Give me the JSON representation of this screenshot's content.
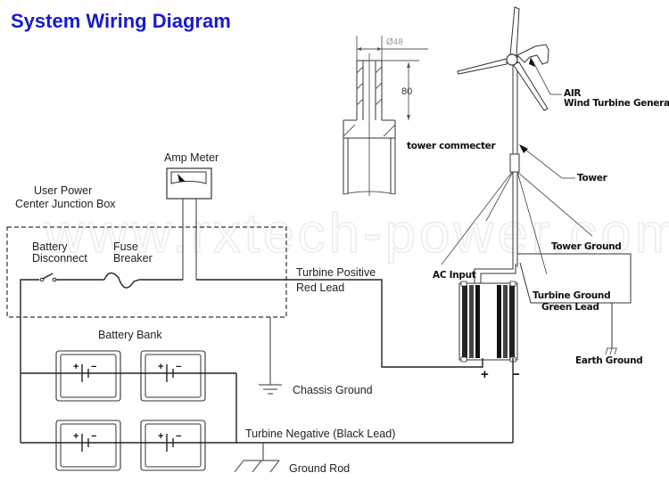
{
  "title": "System Wiring Diagram",
  "watermark": "www.rxtech-power.com.cn",
  "tower_detail": {
    "diameter_label": "Ø48",
    "height_label": "80",
    "caption": "tower commecter"
  },
  "turbine": {
    "generator_label_line1": "AIR",
    "generator_label_line2": "Wind Turbine Generator",
    "tower_label": "Tower",
    "tower_ground_label": "Tower Ground",
    "ac_input_label": "AC Input",
    "turbine_ground_line1": "Turbine Ground",
    "turbine_ground_line2": "Green Lead",
    "earth_ground_label": "Earth Ground",
    "positive_sign": "+",
    "negative_sign": "−"
  },
  "junction_box": {
    "label_line1": "User Power",
    "label_line2": "Center Junction Box",
    "amp_meter_label": "Amp Meter",
    "battery_disconnect_line1": "Battery",
    "battery_disconnect_line2": "Disconnect",
    "fuse_line1": "Fuse",
    "fuse_line2": "Breaker"
  },
  "leads": {
    "positive_line1": "Turbine Positive",
    "positive_line2": "Red Lead",
    "negative": "Turbine Negative  (Black Lead)",
    "chassis_ground": "Chassis Ground",
    "ground_rod": "Ground Rod"
  },
  "battery_bank": {
    "label": "Battery Bank",
    "cells": [
      {
        "plus": "+",
        "minus": "−"
      },
      {
        "plus": "+",
        "minus": "−"
      },
      {
        "plus": "+",
        "minus": "−"
      },
      {
        "plus": "+",
        "minus": "−"
      }
    ]
  }
}
